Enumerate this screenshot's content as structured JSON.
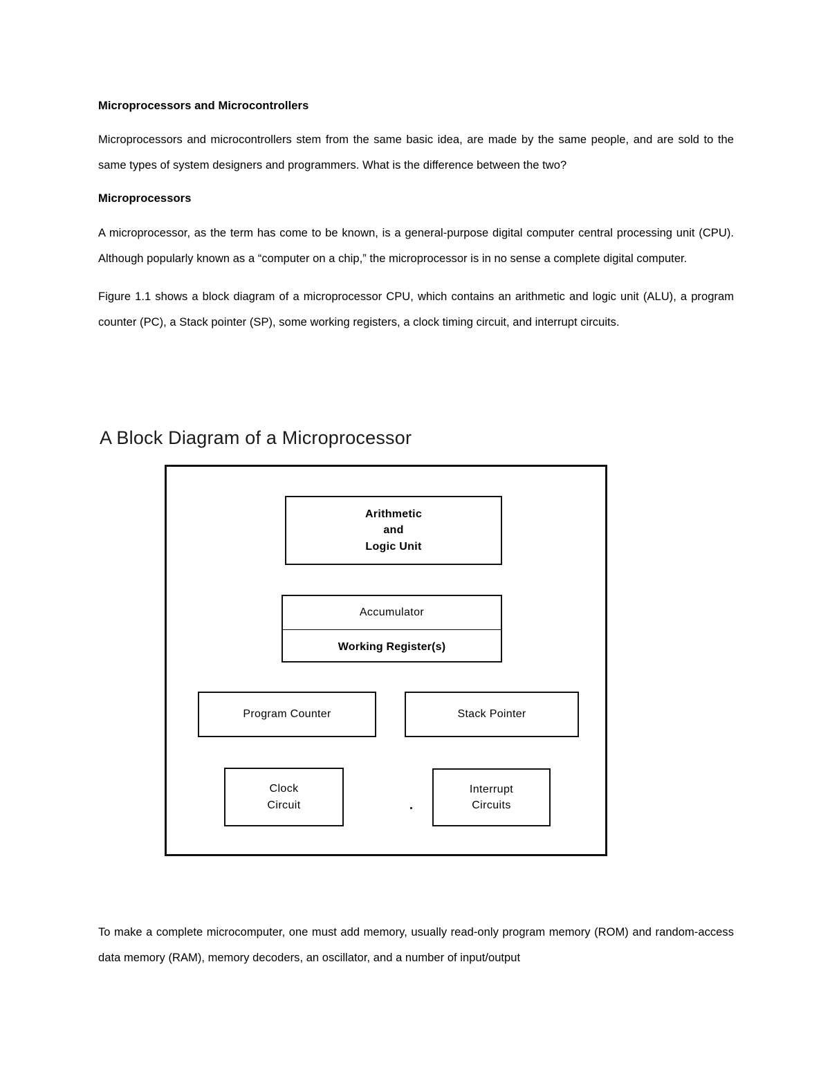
{
  "document": {
    "section_heading_1": "Microprocessors and Microcontrollers",
    "intro_paragraph": "Microprocessors and microcontrollers stem from the same basic idea, are made by the same people, and are sold to the same types of system designers and programmers. What is the difference between the two?",
    "section_heading_2": "Microprocessors",
    "paragraph_2": "A microprocessor, as the term has come to be known, is a general-purpose digital computer central processing unit (CPU). Although popularly known as a “computer on a chip,” the microprocessor is in no sense a complete digital computer.",
    "paragraph_3": "Figure 1.1 shows a block diagram of a microprocessor CPU, which contains an arithmetic and logic unit (ALU), a program counter (PC), a Stack pointer (SP), some working registers, a clock timing circuit, and interrupt circuits.",
    "closing_paragraph": "To make a complete microcomputer, one must add memory, usually read-only program memory (ROM) and random-access data memory (RAM), memory decoders, an oscillator, and a number of input/output"
  },
  "figure": {
    "title": "A Block Diagram of a Microprocessor",
    "blocks": {
      "alu": {
        "line1": "Arithmetic",
        "line2": "and",
        "line3": "Logic Unit"
      },
      "accumulator": "Accumulator",
      "working_registers": "Working Register(s)",
      "program_counter": "Program Counter",
      "stack_pointer": "Stack Pointer",
      "clock": {
        "line1": "Clock",
        "line2": "Circuit"
      },
      "interrupt": {
        "line1": "Interrupt",
        "line2": "Circuits"
      }
    }
  },
  "colors": {
    "page_background": "#ffffff",
    "text": "#000000",
    "diagram_stroke": "#111111"
  }
}
